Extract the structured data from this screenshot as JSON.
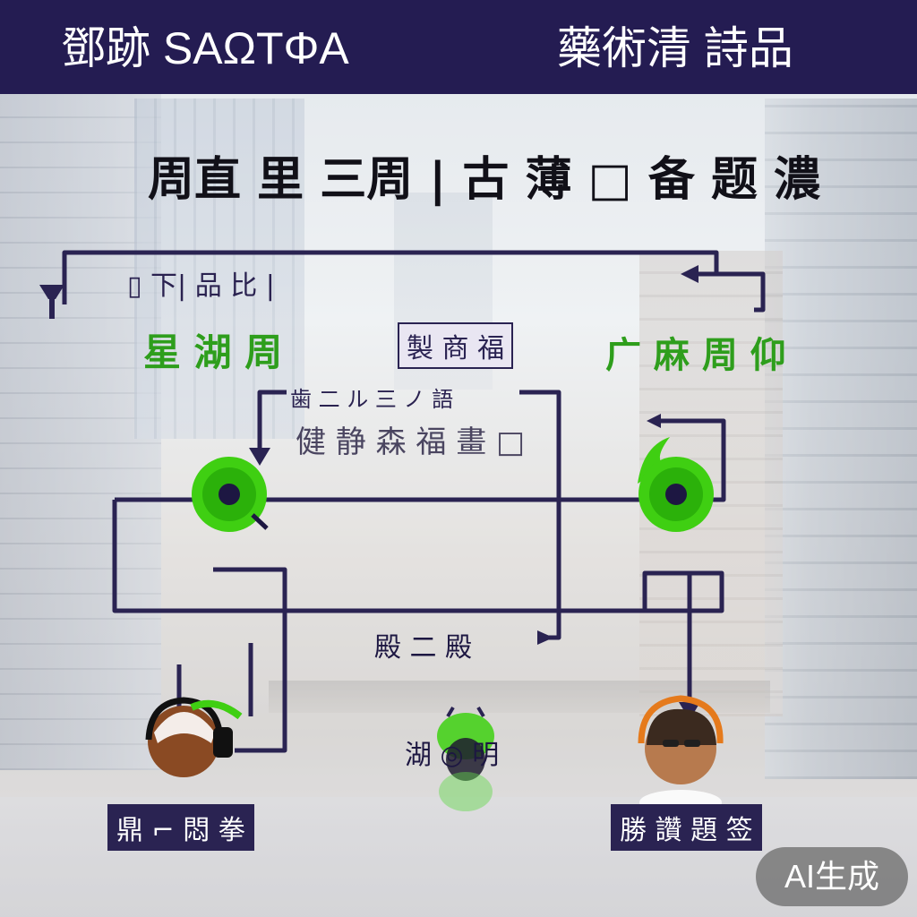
{
  "header": {
    "left_title": "鄧跡 SAΩTΦA",
    "right_title": "藥術清 詩品"
  },
  "main_title": "周直 里 三周 | 古 薄 □ 备 题 濃",
  "labels": {
    "top_left_small": "▯ 下| 品 比 |",
    "left_green": "星 湖 周",
    "center_dark": "製 商 福",
    "right_green": "广 麻 周 仰",
    "mid_small": "歯 二 ル 三 ノ 語",
    "mid_main": "健 静 森 福 畫 □",
    "lower_center": "殿 二 殿",
    "bottom_center": "湖 ◎ 明",
    "bottom_left": "鼎 ⌐ 悶 拳",
    "bottom_right": "勝 讚 題 签"
  },
  "badge": "AI生成",
  "colors": {
    "header_bg": "#241c52",
    "line": "#2a2352",
    "accent_green": "#3fcf12",
    "green_text": "#2e9e1c"
  },
  "icons": {
    "left_node": "green-donut-icon",
    "right_node": "green-donut-icon",
    "bottom_center_node": "green-mascot-icon",
    "bottom_left_person": "headset-person-icon",
    "bottom_right_person": "headset-person-icon",
    "top_left_connector": "hanging-lamp-icon"
  }
}
